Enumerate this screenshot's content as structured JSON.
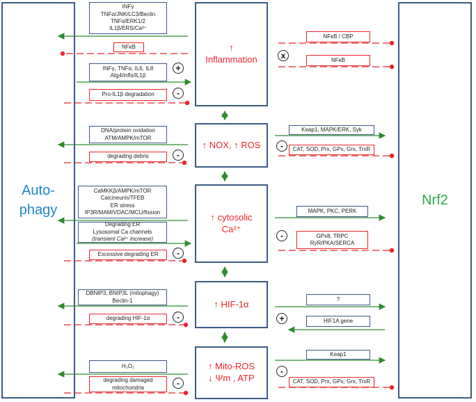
{
  "autophagy": {
    "title": "Auto-phagy"
  },
  "nrf2": {
    "title": "Nrf2"
  },
  "centers": {
    "inflammation": "↑\nInflammation",
    "nox": "↑ NOX, ↑ ROS",
    "calcium": "↑ cytosolic\nCa²⁺",
    "hif": "↑ HIF-1α",
    "mito": "↑ Mito-ROS\n↓ Ψm , ATP"
  },
  "left": {
    "inf_act": [
      "INFγ",
      "TNFα/JNK/LC3/Beclin",
      "TNFα/ERK1/2",
      "IL1β/ERS/Ca²⁺"
    ],
    "inf_inh": [
      "NFκB"
    ],
    "inf_pos": [
      "INFγ, TNFα, IL6, IL8",
      "Atg4/infls/IL1β"
    ],
    "inf_deg": [
      "Pro-IL1β degradation"
    ],
    "nox_act": [
      "DNA/protein oxidation",
      "ATM/AMPK/mTOR"
    ],
    "nox_deg": [
      "degrading debris"
    ],
    "ca_act": [
      "CaMKKβ/AMPK/mTOR",
      "Calcineurin/TFEB",
      "ER stress",
      "IP3R/MAM/VDAC/MCU/fission"
    ],
    "ca_pos": [
      "Degrading ER",
      "Lysosomal Ca channels",
      "(transient Ca²⁺ increase)"
    ],
    "ca_deg": [
      "Excessive degrading ER"
    ],
    "hif_act": [
      "DBNIP3, BNIP3L (mitophagy)",
      "Beclin-1"
    ],
    "hif_deg": [
      "degrading HIF-1α"
    ],
    "mito_act": [
      "H₂O₂"
    ],
    "mito_deg": [
      "degrading damaged",
      "mitochondria"
    ]
  },
  "right": {
    "inf_inh1": [
      "NFκB / CBP"
    ],
    "inf_inh2": [
      "NFκB"
    ],
    "nox_act": [
      "Keap1, MAPK/ERK, Syk"
    ],
    "nox_inh": [
      "CAT, SOD,  Prx, GPx, Grx, TrxR"
    ],
    "ca_act": [
      "MAPK, PKC,  PERK"
    ],
    "ca_inh": [
      "GPx8, TRPC",
      "RyR/PKA/SERCA"
    ],
    "hif_act": [
      "?"
    ],
    "hif_gene": [
      "HIF1A gene"
    ],
    "mito_act": [
      "Keap1"
    ],
    "mito_inh": [
      "CAT, SOD,  Prx, GPx, Grx, TrxR"
    ]
  },
  "signs": {
    "plus": "+",
    "minus": "-",
    "cross": "x"
  },
  "colors": {
    "activation": "#2e8b2e",
    "inhibition": "#e8252a",
    "frame": "#3a5a86"
  }
}
